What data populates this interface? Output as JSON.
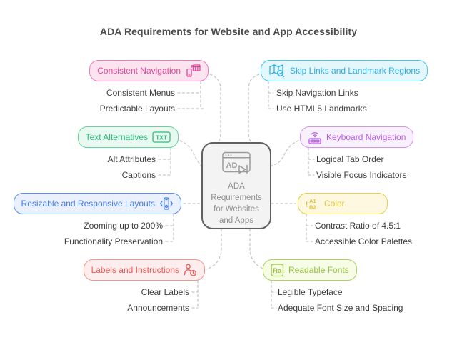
{
  "title": "ADA Requirements for Website and App Accessibility",
  "center": {
    "icon": "ad-browser-icon",
    "lines": [
      "ADA",
      "Requirements",
      "for Websites",
      "and Apps"
    ]
  },
  "icon_glyphs": {
    "ad": "AD",
    "txt": "TXT",
    "ra": "Ra",
    "a1": "A1",
    "b2": "B2",
    "excl": "!"
  },
  "connector_color": "#c7c7c7",
  "branches": {
    "left": [
      {
        "label": "Consistent Navigation",
        "icon": "devices-grid-icon",
        "accent": "#e8439b",
        "border": "#f278b8",
        "fill": "#fce3f0",
        "items": [
          "Consistent Menus",
          "Predictable Layouts"
        ]
      },
      {
        "label": "Text Alternatives",
        "icon": "txt-file-icon",
        "accent": "#2fbc7d",
        "border": "#5fd79a",
        "fill": "#e7f9f0",
        "items": [
          "Alt Attributes",
          "Captions"
        ]
      },
      {
        "label": "Resizable and Responsive Layouts",
        "icon": "responsive-phone-icon",
        "accent": "#4179e8",
        "border": "#5b8def",
        "fill": "#eaf1fd",
        "items": [
          "Zooming up to 200%",
          "Functionality Preservation"
        ]
      },
      {
        "label": "Labels and Instructions",
        "icon": "person-alert-icon",
        "accent": "#ef5654",
        "border": "#f5928c",
        "fill": "#fdeeed",
        "items": [
          "Clear Labels",
          "Announcements"
        ]
      }
    ],
    "right": [
      {
        "label": "Skip Links and Landmark Regions",
        "icon": "map-search-icon",
        "accent": "#25aee6",
        "border": "#45c6f2",
        "fill": "#e4f7fd",
        "items": [
          "Skip Navigation Links",
          "Use HTML5 Landmarks"
        ]
      },
      {
        "label": "Keyboard Navigation",
        "icon": "wireless-keyboard-icon",
        "accent": "#bb5ce4",
        "border": "#d394ee",
        "fill": "#f9f0fe",
        "items": [
          "Logical Tab Order",
          "Visible Focus Indicators"
        ]
      },
      {
        "label": "Color",
        "icon": "spreadsheet-cells-icon",
        "accent": "#dfc433",
        "border": "#e6d13f",
        "fill": "#fdf8df",
        "items": [
          "Contrast Ratio of 4.5:1",
          "Accessible Color Palettes"
        ]
      },
      {
        "label": "Readable Fonts",
        "icon": "font-sample-icon",
        "accent": "#94c13d",
        "border": "#abd459",
        "fill": "#f7fce6",
        "items": [
          "Legible Typeface",
          "Adequate Font Size and Spacing"
        ]
      }
    ]
  }
}
